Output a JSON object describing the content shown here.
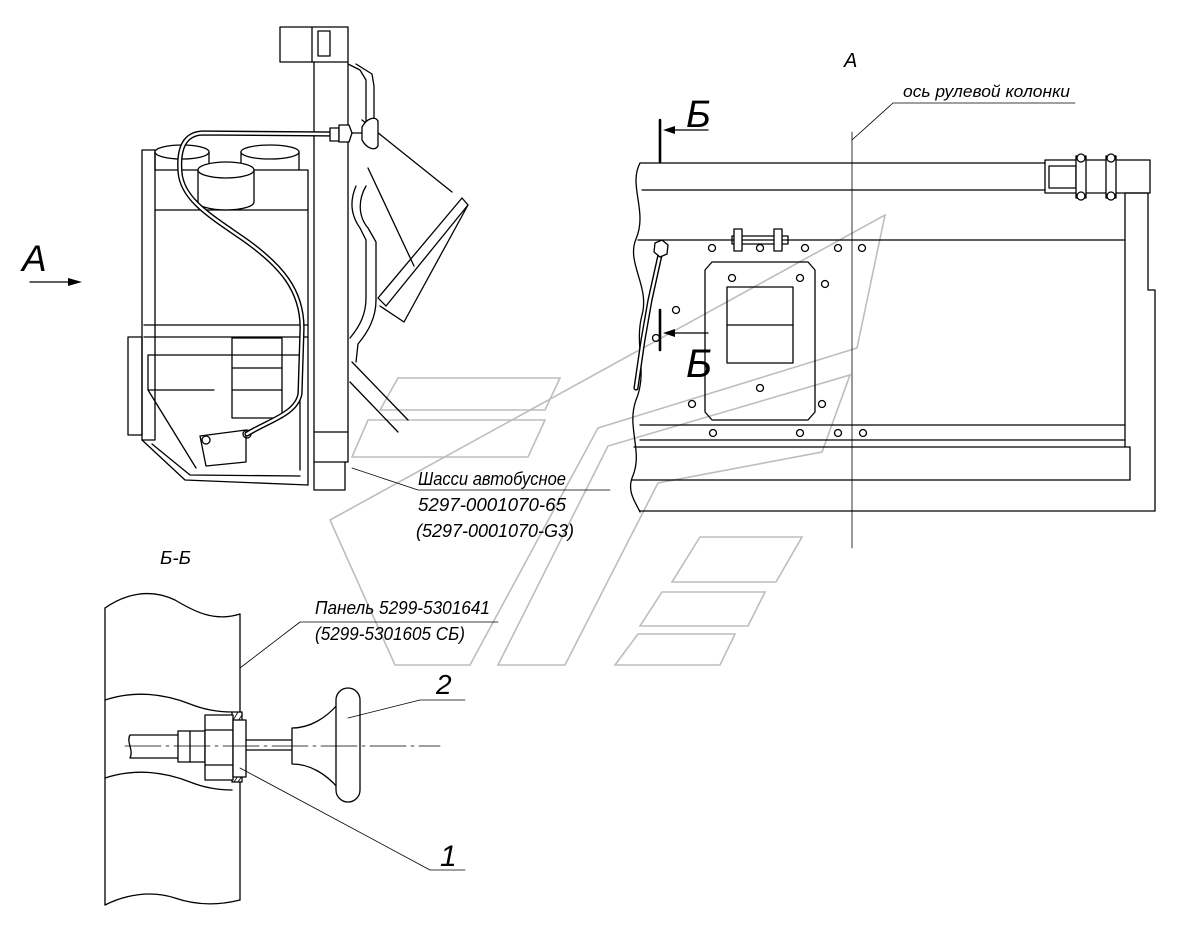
{
  "view_a": {
    "direction_letter": "А",
    "title": "А",
    "steering_axis_label": "ось рулевой колонки",
    "section_marks": [
      "Б",
      "Б"
    ]
  },
  "chassis_callout": {
    "name": "Шасси автобусное",
    "code": "5297-0001070-65",
    "alt_code": "(5297-0001070-G3)"
  },
  "section_bb": {
    "title": "Б-Б",
    "panel_name": "Панель 5299-5301641",
    "panel_alt": "(5299-5301605 СБ)",
    "callouts": [
      "1",
      "2"
    ]
  },
  "colors": {
    "line": "#000000",
    "watermark": "#bdbdbd",
    "background": "#ffffff"
  }
}
